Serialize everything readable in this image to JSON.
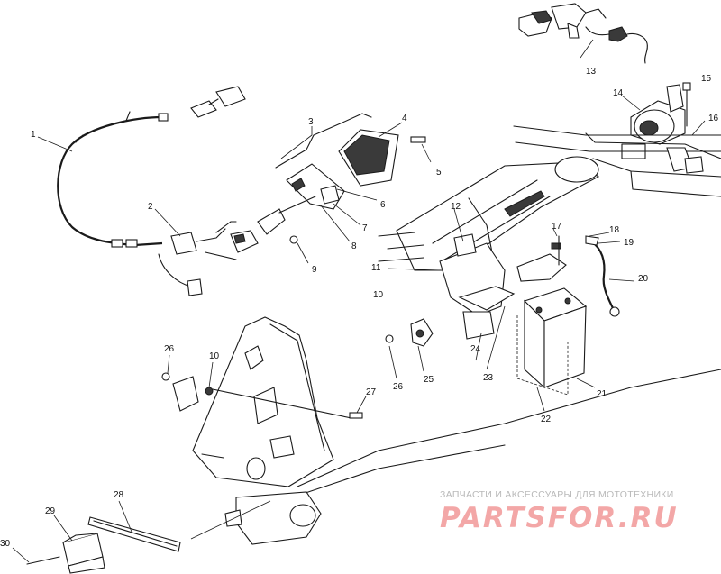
{
  "labels": {
    "l1": "1",
    "l2": "2",
    "l3": "3",
    "l4": "4",
    "l5": "5",
    "l6": "6",
    "l7": "7",
    "l8": "8",
    "l9": "9",
    "l10a": "10",
    "l10b": "10",
    "l11": "11",
    "l12": "12",
    "l13": "13",
    "l14": "14",
    "l15": "15",
    "l16": "16",
    "l17": "17",
    "l18": "18",
    "l19": "19",
    "l20": "20",
    "l21": "21",
    "l22": "22",
    "l23": "23",
    "l24": "24",
    "l25": "25",
    "l26a": "26",
    "l26b": "26",
    "l27": "27",
    "l28": "28",
    "l29": "29",
    "l30": "30"
  },
  "watermark": {
    "tagline": "ЗАПЧАСТИ И АКСЕССУАРЫ ДЛЯ МОТОТЕХНИКИ",
    "logo": "PARTSFOR.RU"
  }
}
